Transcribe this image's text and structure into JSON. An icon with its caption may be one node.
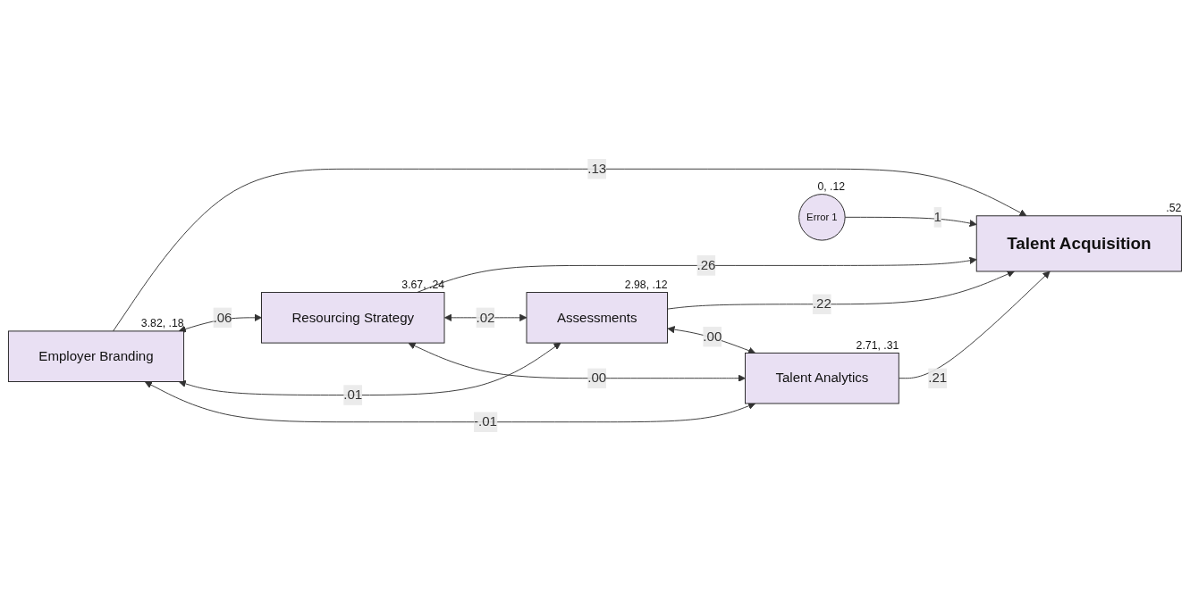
{
  "diagram": {
    "nodes": [
      {
        "text": [
          "Employer Branding"
        ],
        "beside": [
          "3.82, .18"
        ]
      },
      {
        "text": [
          "Resourcing Strategy"
        ],
        "beside": [
          "3.67, .24"
        ]
      },
      {
        "text": [
          "Assessments"
        ],
        "beside": [
          "2.98, .12"
        ]
      },
      {
        "text": [
          "Talent Analytics"
        ],
        "beside": [
          "2.71, .31"
        ]
      },
      {
        "text": [
          "Error 1"
        ],
        "beside": [
          "0, .12"
        ]
      },
      {
        "text": [
          "Talent Acquisition"
        ],
        "beside": [
          ".52"
        ]
      }
    ],
    "edges": [
      {
        "from": 0,
        "to": 5,
        "arrow": "to",
        "label": ".13"
      },
      {
        "from": 1,
        "to": 5,
        "arrow": "to",
        "label": ".26"
      },
      {
        "from": 2,
        "to": 5,
        "arrow": "to",
        "label": ".22"
      },
      {
        "from": 3,
        "to": 5,
        "arrow": "to",
        "label": ".21"
      },
      {
        "from": 4,
        "to": 5,
        "arrow": "to",
        "label": "1"
      },
      {
        "from": 0,
        "to": 1,
        "arrow": "both",
        "label": ".06"
      },
      {
        "from": 0,
        "to": 2,
        "arrow": "both",
        "label": ".01"
      },
      {
        "from": 0,
        "to": 3,
        "arrow": "both",
        "label": "-.01"
      },
      {
        "from": 1,
        "to": 2,
        "arrow": "both",
        "label": ".02"
      },
      {
        "from": 1,
        "to": 3,
        "arrow": "both",
        "label": ".00"
      },
      {
        "from": 2,
        "to": 3,
        "arrow": "both",
        "label": ".00"
      }
    ]
  }
}
